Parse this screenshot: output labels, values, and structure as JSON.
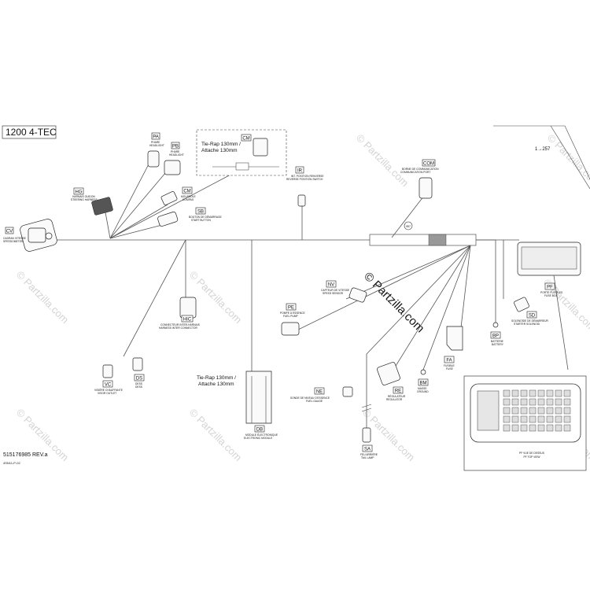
{
  "title": "1200 4-TEC",
  "part_number": "515176985 REV.a",
  "drawing_code": "4SN11-P-02",
  "watermark": "© Partzilla.com",
  "arrow_ref": "1→257",
  "center_ref": "957",
  "tie_rap_1": "Tie-Rap 130mm /\nAttache 130mm",
  "tie_rap_2": "Tie-Rap 130mm /\nAttache 130mm",
  "wm_small": "© Partzilla.com",
  "components": [
    {
      "code": "PA",
      "fr": "PHARE",
      "en": "HEADLIGHT"
    },
    {
      "code": "PB",
      "fr": "PHARE",
      "en": "HEADLIGHT"
    },
    {
      "code": "HG",
      "fr": "HARNAIS GUIDON",
      "en": "STEERING HARNESS"
    },
    {
      "code": "CM",
      "fr": "MOUSSOLE",
      "en": "COMPAS"
    },
    {
      "code": "SB",
      "fr": "BOUTON DE DÉMARRAGE",
      "en": "START BUTTON"
    },
    {
      "code": "CV",
      "fr": "CADRAN VITESSE",
      "en": "SPEEDOMETER"
    },
    {
      "code": "IR",
      "fr": "INT. POSITION RENVERSE",
      "en": "REVERSE POSITION SWITCH"
    },
    {
      "code": "COM",
      "fr": "BORNE DE COMMUNICATION",
      "en": "COMMUNICATION PORT"
    },
    {
      "code": "NV",
      "fr": "CAPTEUR DE VITESSE",
      "en": "SPEED SENSOR"
    },
    {
      "code": "PE",
      "fr": "POMPE À ESSENCE",
      "en": "FUEL PUMP"
    },
    {
      "code": "HIC",
      "fr": "CONNECTEUR INTER-HARNAIS",
      "en": "HARNESS INTER CONNECTOR"
    },
    {
      "code": "VC",
      "fr": "VISIÈRE CHAUFFANTE",
      "en": "VISOR OUTLET"
    },
    {
      "code": "DS",
      "fr": "DESS",
      "en": "DESS"
    },
    {
      "code": "DB",
      "fr": "MODULE ÉLECTRONIQUE",
      "en": "ELECTRONIC MODULE"
    },
    {
      "code": "NE",
      "fr": "SONDE DE NIVEAU D'ESSENCE",
      "en": "FUEL GAUGE"
    },
    {
      "code": "RE",
      "fr": "RÉGULATEUR",
      "en": "REGULATOR"
    },
    {
      "code": "BM",
      "fr": "MASSE",
      "en": "GROUND"
    },
    {
      "code": "FA",
      "fr": "FUSIBLE",
      "en": "FUSE"
    },
    {
      "code": "SA",
      "fr": "FEU ARRIÈRE",
      "en": "TAIL LAMP"
    },
    {
      "code": "SD",
      "fr": "SOLENOÏDE DE DÉMARREUR",
      "en": "STARTER SOLENOID"
    },
    {
      "code": "BP",
      "fr": "BATTERIE",
      "en": "BATTERY"
    },
    {
      "code": "PF",
      "fr": "PORTE FUSIBLES",
      "en": "FUSE BOX"
    }
  ],
  "fuse_box_view": {
    "fr": "PF VUE DE DESSUS",
    "en": "PF TOP VIEW"
  }
}
